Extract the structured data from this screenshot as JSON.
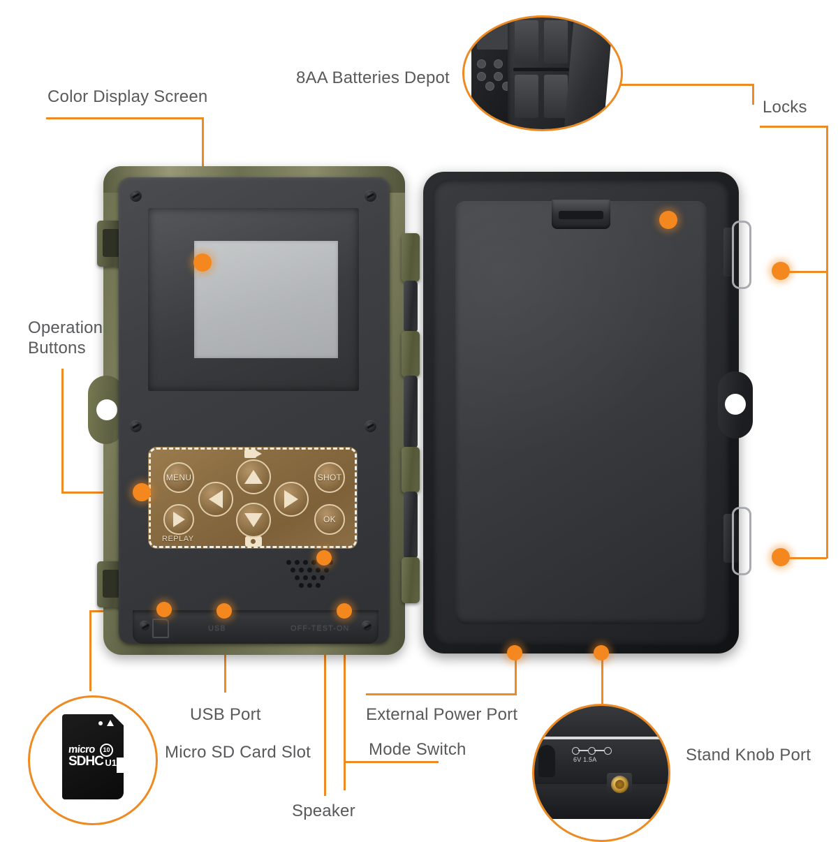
{
  "diagram": {
    "title": "Trail Camera Feature Callout Diagram",
    "accent_color": "#ee8a22",
    "text_color": "#58595b",
    "background": "#ffffff"
  },
  "callouts": [
    {
      "id": "color-display-screen",
      "label": "Color Display Screen"
    },
    {
      "id": "batteries-depot",
      "label": "8AA Batteries Depot"
    },
    {
      "id": "locks",
      "label": "Locks"
    },
    {
      "id": "operation-buttons",
      "label": "Operation\nButtons",
      "line1": "Operation",
      "line2": "Buttons"
    },
    {
      "id": "usb-port",
      "label": "USB Port"
    },
    {
      "id": "micro-sd-card-slot",
      "label": "Micro SD Card Slot"
    },
    {
      "id": "external-power-port",
      "label": "External Power Port"
    },
    {
      "id": "mode-switch",
      "label": "Mode Switch"
    },
    {
      "id": "speaker",
      "label": "Speaker"
    },
    {
      "id": "stand-knob-port",
      "label": "Stand Knob Port"
    }
  ],
  "keypad": {
    "menu": "MENU",
    "shot": "SHOT",
    "ok": "OK",
    "replay": "REPLAY",
    "up": "up-arrow",
    "down": "down-arrow",
    "left": "left-arrow",
    "right": "right-arrow",
    "play": "play-arrow",
    "video_icon": "video-camera-icon",
    "photo_icon": "photo-camera-icon"
  },
  "port_strip": {
    "sd_symbol": "sd-card-slot-icon",
    "usb_label": "USB",
    "mode_label": "OFF-TEST-ON"
  },
  "sd_card_inset": {
    "brand_line1": "micro",
    "brand_line2": "SDHC",
    "speed_class": "10",
    "uhs_class": "U1"
  },
  "stand_knob_inset": {
    "power_rating": "6V 1.5A",
    "dc_symbol": "dc-power-jack-icon",
    "thread": "tripod-thread-icon"
  }
}
